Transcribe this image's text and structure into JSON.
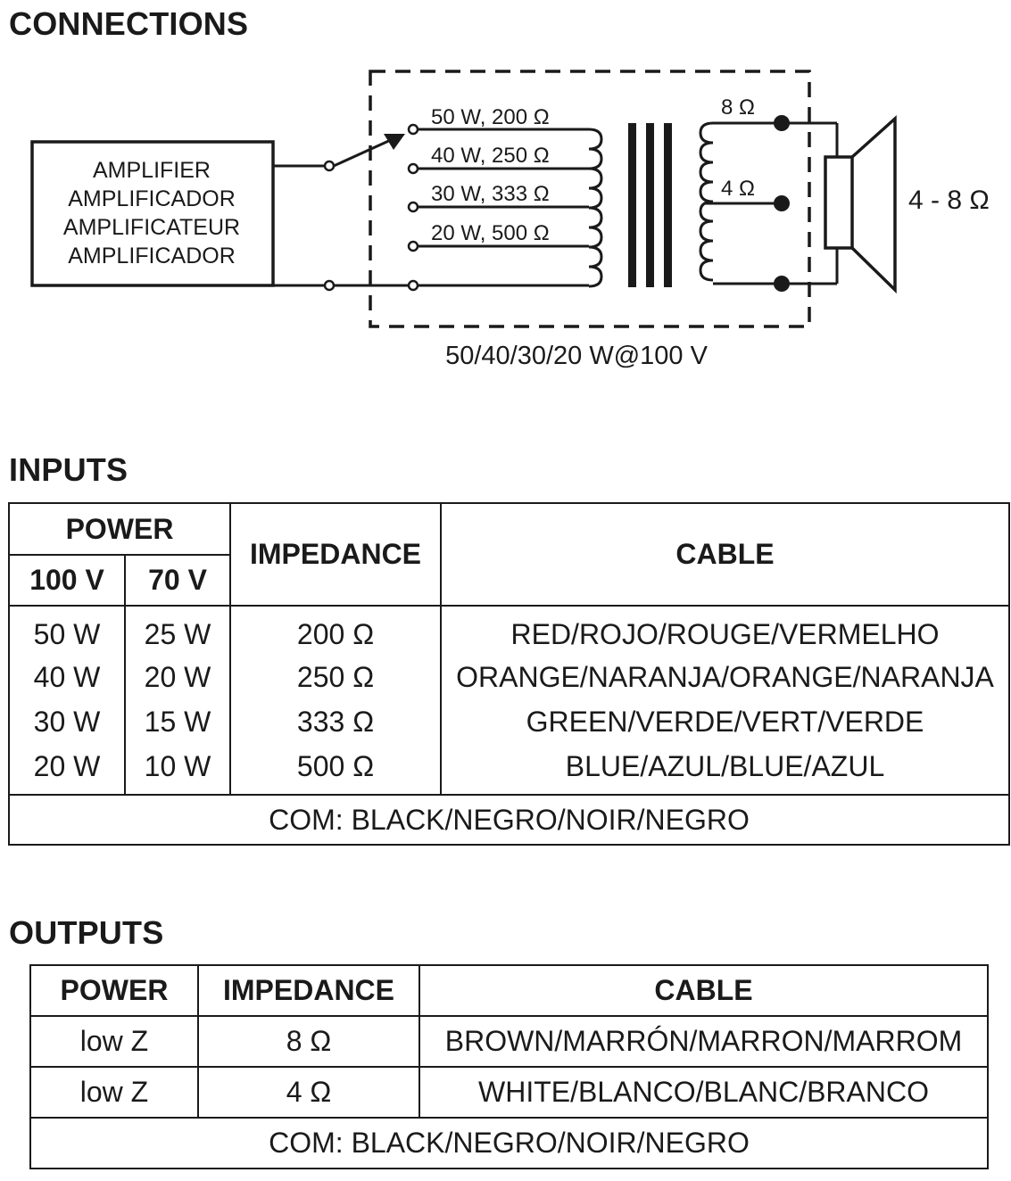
{
  "connections": {
    "heading": "CONNECTIONS",
    "amplifier_labels": [
      "AMPLIFIER",
      "AMPLIFICADOR",
      "AMPLIFICATEUR",
      "AMPLIFICADOR"
    ],
    "taps": [
      "50 W, 200 Ω",
      "40 W, 250 Ω",
      "30 W, 333 Ω",
      "20 W, 500 Ω"
    ],
    "secondary_taps": [
      "8 Ω",
      "4 Ω"
    ],
    "speaker_impedance": "4 - 8 Ω",
    "transformer_caption": "50/40/30/20 W@100 V"
  },
  "inputs": {
    "heading": "INPUTS",
    "headers": {
      "power": "POWER",
      "v100": "100 V",
      "v70": "70 V",
      "impedance": "IMPEDANCE",
      "cable": "CABLE"
    },
    "rows": [
      {
        "p100": "50 W",
        "p70": "25 W",
        "impedance": "200 Ω",
        "cable": "RED/ROJO/ROUGE/VERMELHO"
      },
      {
        "p100": "40 W",
        "p70": "20 W",
        "impedance": "250 Ω",
        "cable": "ORANGE/NARANJA/ORANGE/NARANJA"
      },
      {
        "p100": "30 W",
        "p70": "15 W",
        "impedance": "333 Ω",
        "cable": "GREEN/VERDE/VERT/VERDE"
      },
      {
        "p100": "20 W",
        "p70": "10 W",
        "impedance": "500 Ω",
        "cable": "BLUE/AZUL/BLUE/AZUL"
      }
    ],
    "common": "COM: BLACK/NEGRO/NOIR/NEGRO"
  },
  "outputs": {
    "heading": "OUTPUTS",
    "headers": {
      "power": "POWER",
      "impedance": "IMPEDANCE",
      "cable": "CABLE"
    },
    "rows": [
      {
        "power": "low Z",
        "impedance": "8 Ω",
        "cable": "BROWN/MARRÓN/MARRON/MARROM"
      },
      {
        "power": "low Z",
        "impedance": "4 Ω",
        "cable": "WHITE/BLANCO/BLANC/BRANCO"
      }
    ],
    "common": "COM: BLACK/NEGRO/NOIR/NEGRO"
  }
}
